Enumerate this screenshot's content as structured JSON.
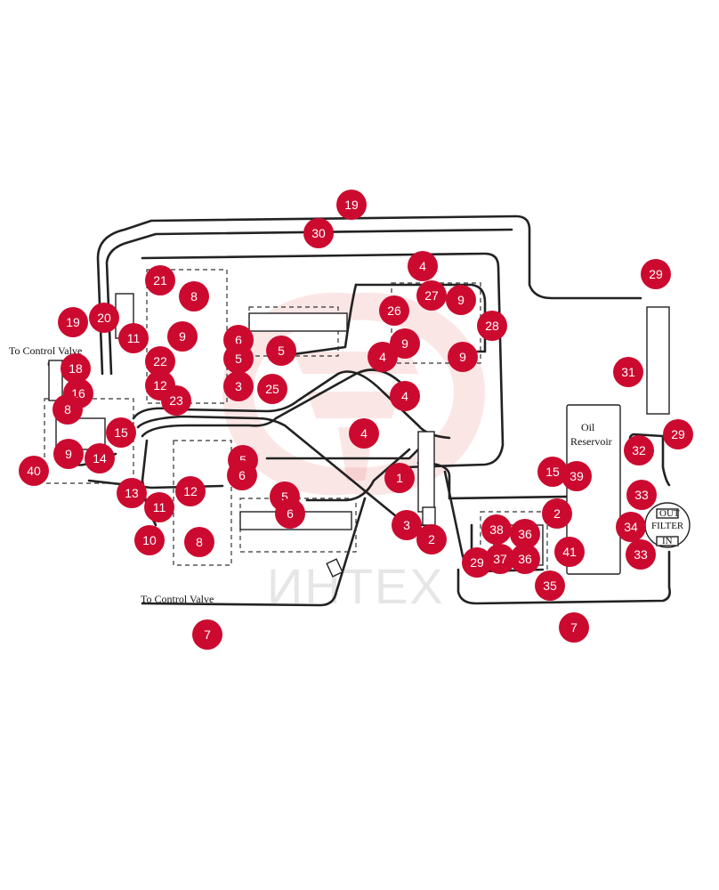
{
  "labels": {
    "to_control_valve_top": "To Control Valve",
    "to_control_valve_bottom": "To Control Valve",
    "oil_reservoir_line1": "Oil",
    "oil_reservoir_line2": "Reservoir",
    "filter_out": "OUT",
    "filter_main": "FILTER",
    "filter_in": "IN",
    "watermark_text": "ИНТЕХ"
  },
  "callouts": [
    "19",
    "30",
    "4",
    "29",
    "21",
    "8",
    "27",
    "9",
    "19",
    "20",
    "26",
    "28",
    "11",
    "9",
    "6",
    "5",
    "5",
    "4",
    "9",
    "9",
    "31",
    "18",
    "22",
    "16",
    "12",
    "3",
    "25",
    "8",
    "23",
    "4",
    "15",
    "4",
    "29",
    "9",
    "14",
    "32",
    "15",
    "39",
    "40",
    "5",
    "1",
    "6",
    "13",
    "12",
    "2",
    "5",
    "33",
    "11",
    "6",
    "3",
    "38",
    "36",
    "34",
    "10",
    "8",
    "2",
    "41",
    "29",
    "37",
    "36",
    "33",
    "35",
    "7",
    "7"
  ]
}
